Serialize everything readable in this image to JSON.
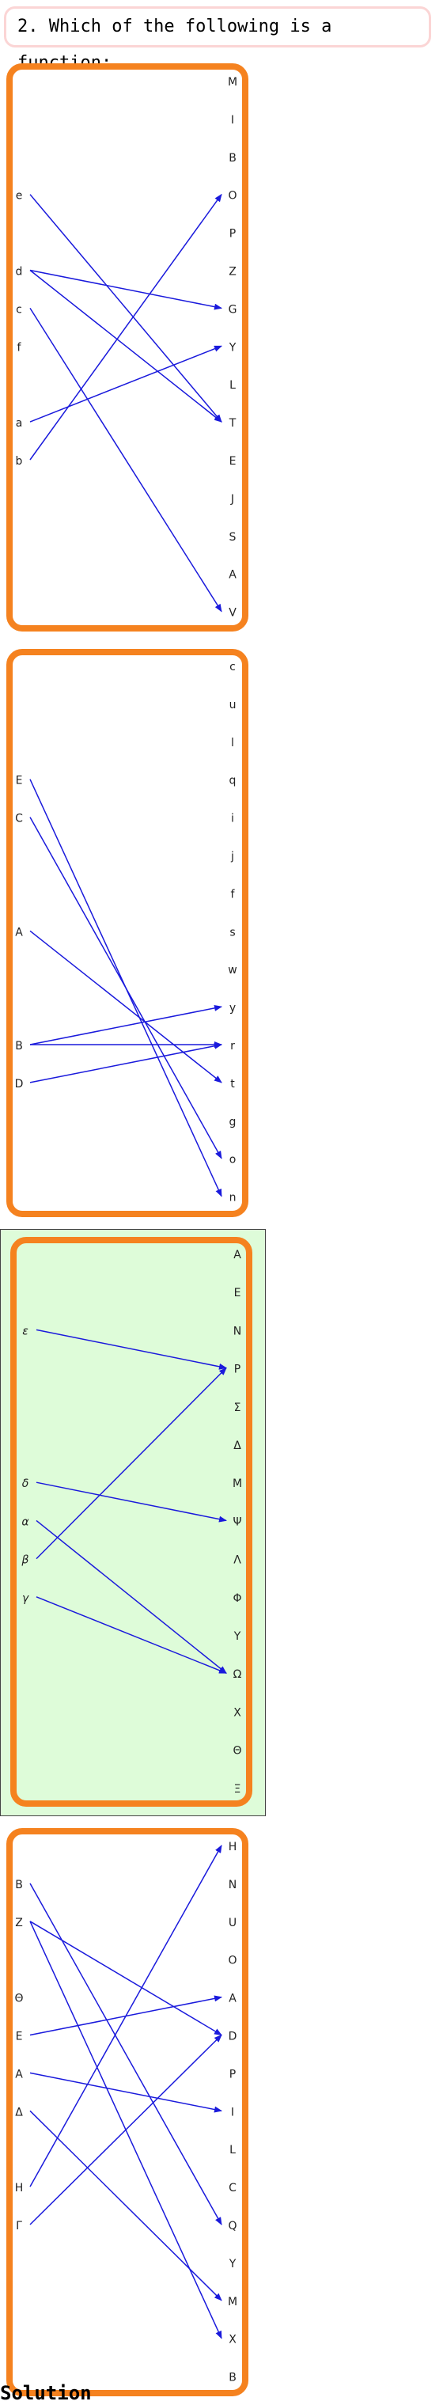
{
  "question": {
    "text": "2. Which of the following is a function:"
  },
  "solution_label": "Solution",
  "colors": {
    "panel_border": "#f5821f",
    "arrow": "#1a1adc",
    "answer_bg": "#defcd9",
    "question_border": "#fbd5d5"
  },
  "diagrams": [
    {
      "id": 1,
      "is_answer": false,
      "left": [
        "e",
        "d",
        "c",
        "f",
        "a",
        "b"
      ],
      "right": [
        "M",
        "I",
        "B",
        "O",
        "P",
        "Z",
        "G",
        "Y",
        "L",
        "T",
        "E",
        "J",
        "S",
        "A",
        "V"
      ],
      "arrows": [
        [
          "e",
          "T"
        ],
        [
          "d",
          "G"
        ],
        [
          "d",
          "T"
        ],
        [
          "c",
          "V"
        ],
        [
          "a",
          "Y"
        ],
        [
          "b",
          "O"
        ]
      ]
    },
    {
      "id": 2,
      "is_answer": false,
      "left": [
        "E",
        "C",
        "A",
        "B",
        "D"
      ],
      "right": [
        "c",
        "u",
        "l",
        "q",
        "i",
        "j",
        "f",
        "s",
        "w",
        "y",
        "r",
        "t",
        "g",
        "o",
        "n"
      ],
      "arrows": [
        [
          "E",
          "n"
        ],
        [
          "C",
          "o"
        ],
        [
          "A",
          "t"
        ],
        [
          "B",
          "y"
        ],
        [
          "B",
          "r"
        ],
        [
          "D",
          "r"
        ]
      ]
    },
    {
      "id": 3,
      "is_answer": true,
      "left": [
        "ε",
        "δ",
        "α",
        "β",
        "γ"
      ],
      "right": [
        "A",
        "E",
        "N",
        "P",
        "Σ",
        "Δ",
        "M",
        "Ψ",
        "Λ",
        "Φ",
        "Y",
        "Ω",
        "X",
        "Θ",
        "Ξ"
      ],
      "arrows": [
        [
          "ε",
          "P"
        ],
        [
          "δ",
          "Ψ"
        ],
        [
          "α",
          "Ω"
        ],
        [
          "β",
          "P"
        ],
        [
          "γ",
          "Ω"
        ]
      ]
    },
    {
      "id": 4,
      "is_answer": false,
      "left": [
        "B",
        "Z",
        "Θ",
        "E",
        "A",
        "Δ",
        "H",
        "Γ"
      ],
      "right": [
        "H",
        "N",
        "U",
        "O",
        "A",
        "D",
        "P",
        "I",
        "L",
        "C",
        "Q",
        "Y",
        "M",
        "X",
        "B"
      ],
      "arrows": [
        [
          "B",
          "Q"
        ],
        [
          "Z",
          "D"
        ],
        [
          "Z",
          "X"
        ],
        [
          "E",
          "A"
        ],
        [
          "A",
          "I"
        ],
        [
          "Δ",
          "M"
        ],
        [
          "H",
          "H"
        ],
        [
          "Γ",
          "D"
        ]
      ]
    }
  ]
}
